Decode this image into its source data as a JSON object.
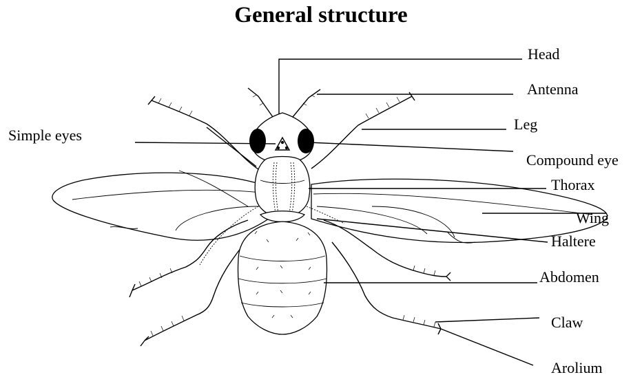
{
  "title": "General structure",
  "labels": {
    "head": "Head",
    "antenna": "Antenna",
    "leg": "Leg",
    "simple_eyes": "Simple eyes",
    "compound_eye": "Compound eye",
    "thorax": "Thorax",
    "wing": "Wing",
    "haltere": "Haltere",
    "abdomen": "Abdomen",
    "claw": "Claw",
    "arolium": "Arolium"
  }
}
